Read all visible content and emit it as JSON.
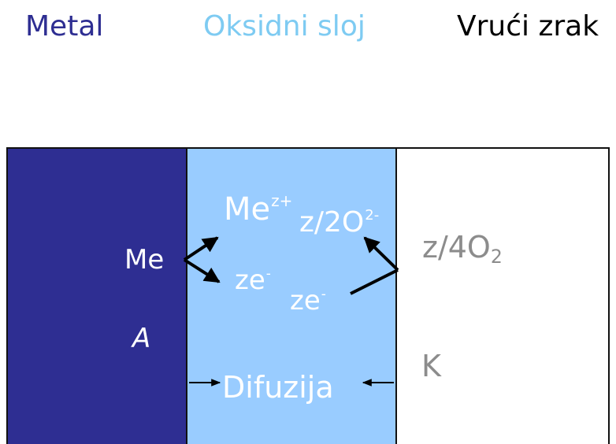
{
  "headings": {
    "metal": "Metal",
    "oxide": "Oksidni sloj",
    "air": "Vrući zrak"
  },
  "labels": {
    "me": "Me",
    "anode": "A",
    "me_ion_base": "Me",
    "me_ion_charge": "z+",
    "oxide_ion_base": "z/2O",
    "oxide_ion_charge": "2-",
    "electron_1_base": "ze",
    "electron_1_charge": "-",
    "electron_2_base": "ze",
    "electron_2_charge": "-",
    "oxygen_base": "z/4O",
    "oxygen_sub": "2",
    "cathode": "K",
    "diffusion": "Difuzija"
  },
  "colors": {
    "metal": "#2e2e92",
    "oxide": "#99ccff",
    "air": "#ffffff",
    "heading_metal": "#2e2e92",
    "heading_oxide": "#7ecbf2",
    "heading_air": "#000000",
    "text_on_layers": "#ffffff",
    "text_grey": "#8c8c8c",
    "arrow": "#000000"
  }
}
